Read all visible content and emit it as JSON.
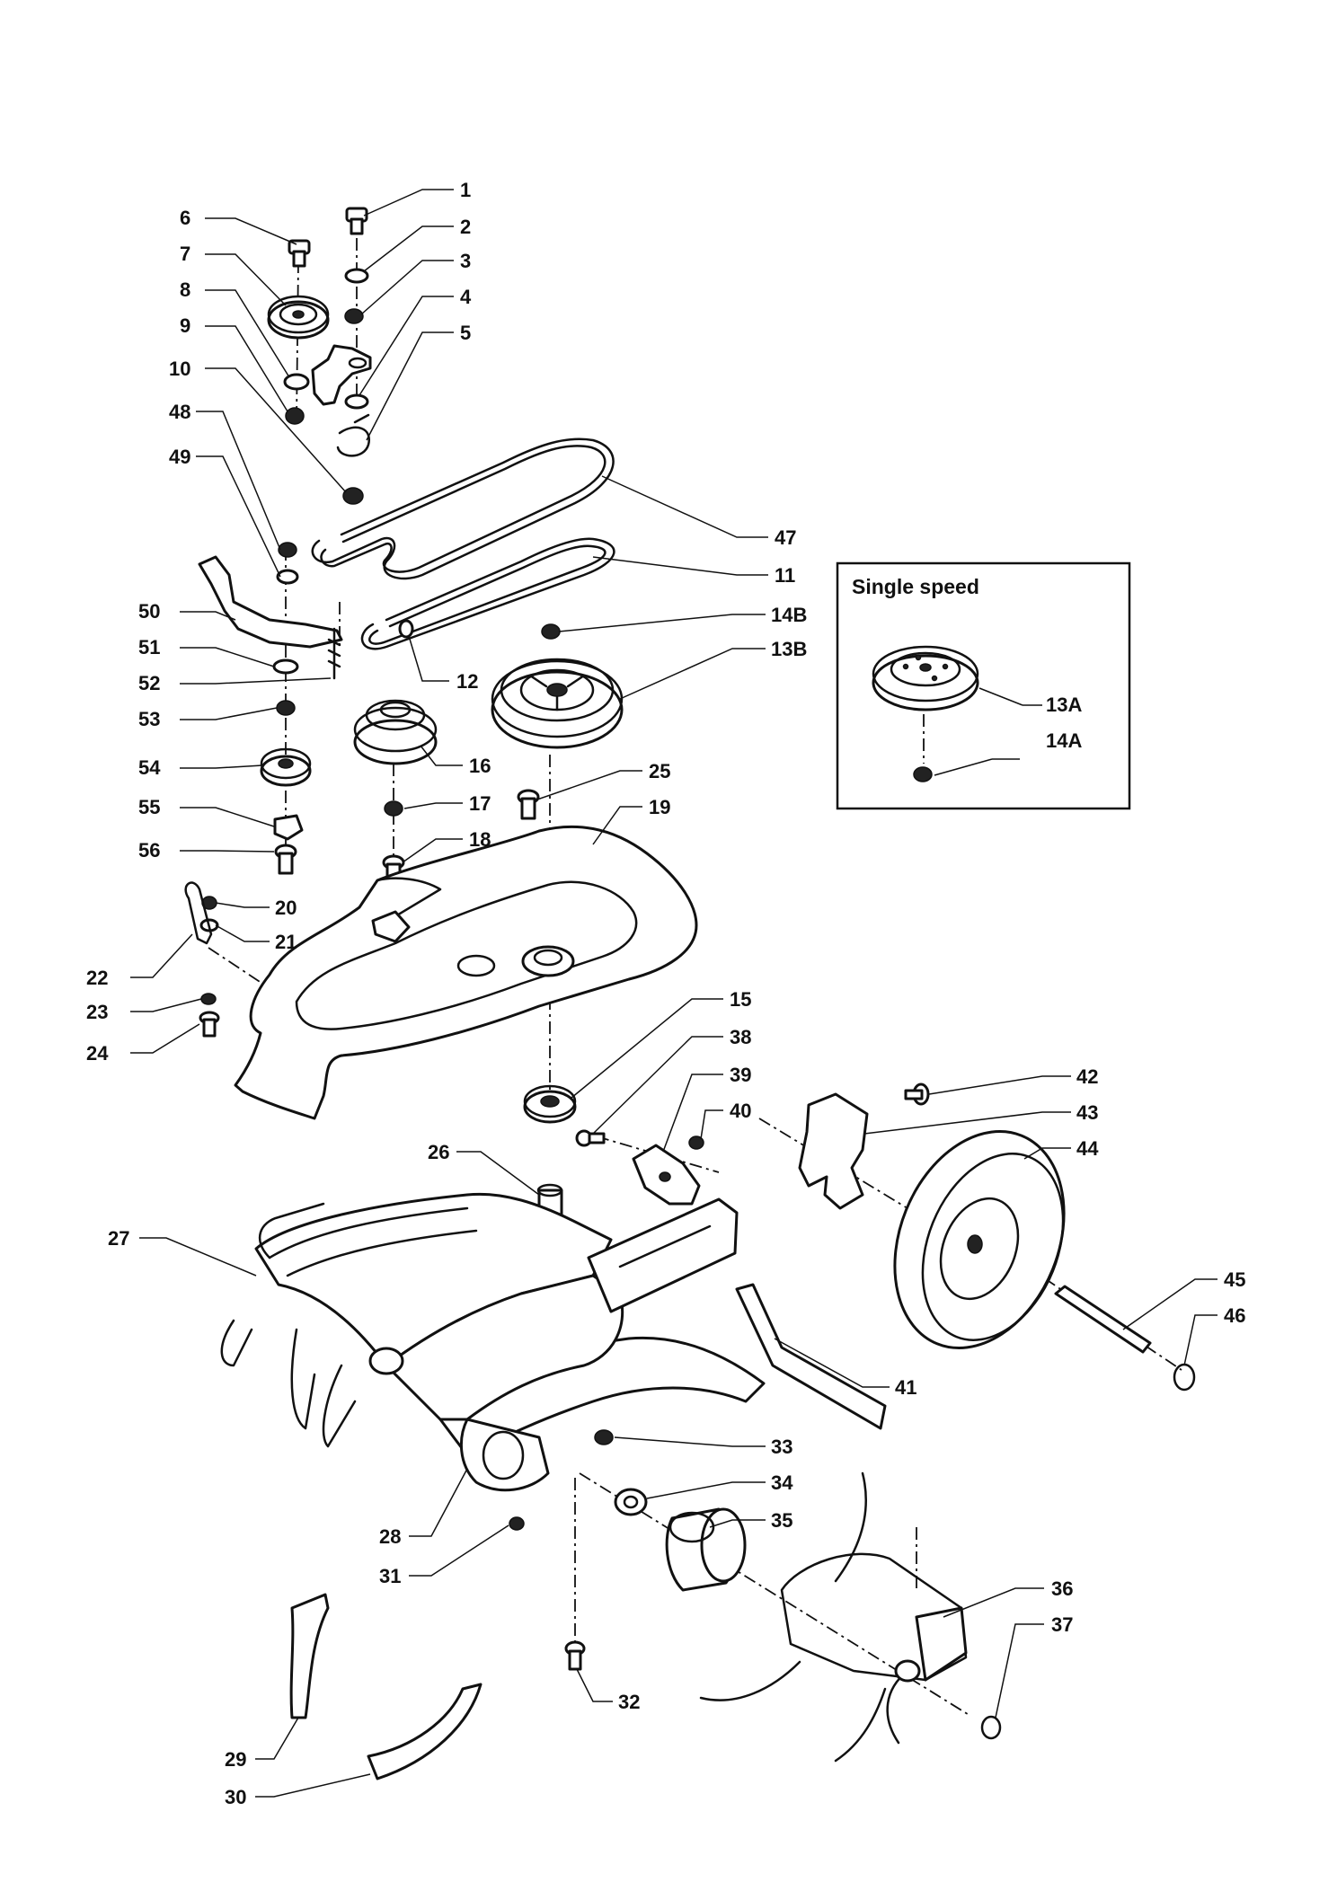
{
  "inset": {
    "title": "Single speed",
    "labels": [
      "13A",
      "14A"
    ]
  },
  "callouts": [
    "1",
    "2",
    "3",
    "4",
    "5",
    "6",
    "7",
    "8",
    "9",
    "10",
    "11",
    "12",
    "13B",
    "14B",
    "15",
    "16",
    "17",
    "18",
    "19",
    "20",
    "21",
    "22",
    "23",
    "24",
    "25",
    "26",
    "27",
    "28",
    "29",
    "30",
    "31",
    "32",
    "33",
    "34",
    "35",
    "36",
    "37",
    "38",
    "39",
    "40",
    "41",
    "42",
    "43",
    "44",
    "45",
    "46",
    "47",
    "48",
    "49",
    "50",
    "51",
    "52",
    "53",
    "54",
    "55",
    "56"
  ]
}
